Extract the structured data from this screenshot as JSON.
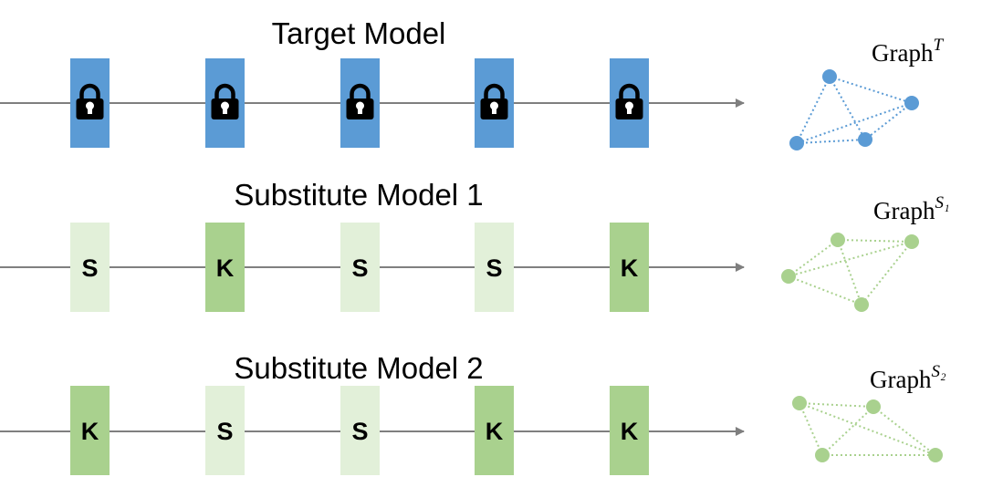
{
  "rows": [
    {
      "id": "target",
      "title": "Target Model",
      "blocks": [
        "lock",
        "lock",
        "lock",
        "lock",
        "lock"
      ],
      "graph": {
        "label": "Graph",
        "superscript": "T",
        "color": "#5b9bd5"
      }
    },
    {
      "id": "substitute-1",
      "title": "Substitute Model 1",
      "blocks": [
        "S",
        "K",
        "S",
        "S",
        "K"
      ],
      "graph": {
        "label": "Graph",
        "superscript": "S₁",
        "color": "#a9d18e"
      }
    },
    {
      "id": "substitute-2",
      "title": "Substitute Model 2",
      "blocks": [
        "K",
        "S",
        "S",
        "K",
        "K"
      ],
      "graph": {
        "label": "Graph",
        "superscript": "S₂",
        "color": "#a9d18e"
      }
    }
  ],
  "block_types": {
    "lock": {
      "fill": "#5b9bd5",
      "icon": "lock-icon"
    },
    "S": {
      "fill": "#e2f0d9",
      "text": "S"
    },
    "K": {
      "fill": "#a9d18e",
      "text": "K"
    }
  },
  "arrow_color": "#7f7f7f"
}
